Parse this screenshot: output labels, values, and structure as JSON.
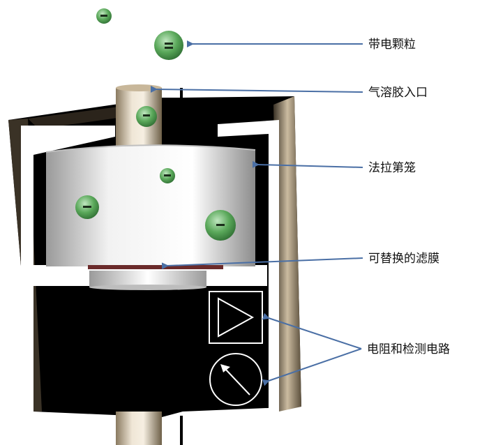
{
  "diagram": {
    "labels": {
      "charged_particles": "带电颗粒",
      "aerosol_inlet": "气溶胶入口",
      "faraday_cage": "法拉第笼",
      "replaceable_filter": "可替换的滤膜",
      "resistance_detection_circuit": "电阻和检测电路"
    },
    "particle_sign": "–",
    "colors": {
      "arrow": "#4a6fa5",
      "particle": "#5aa85a",
      "housing": "#000000",
      "cage": "#f0f0f0",
      "tube": "#d8c9b0"
    }
  }
}
